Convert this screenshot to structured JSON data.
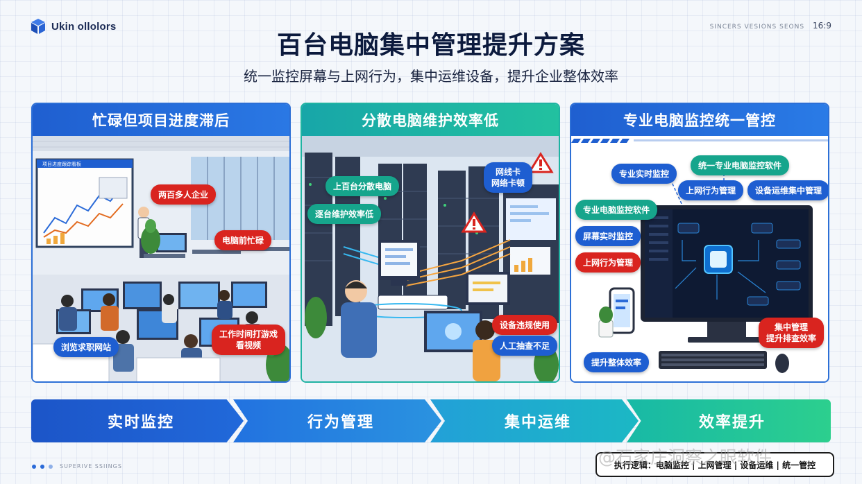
{
  "brand": {
    "logo_text": "Ukin ollolors"
  },
  "top_right": {
    "label": "SINCERS VESIONS SEONS",
    "ratio": "16:9"
  },
  "title": "百台电脑集中管理提升方案",
  "subtitle": "统一监控屏幕与上网行为，集中运维设备，提升企业整体效率",
  "panels": [
    {
      "heading": "忙碌但项目进度滞后",
      "board_text": "项目进度跟踪看板",
      "callouts": [
        "两百多人企业",
        "电脑前忙碌",
        "浏览求职网站",
        "工作时间打游戏\n看视频"
      ]
    },
    {
      "heading": "分散电脑维护效率低",
      "callouts": [
        "上百台分散电脑",
        "逐台维护效率低",
        "网线卡\n网络卡顿",
        "设备违规使用",
        "人工抽查不足"
      ]
    },
    {
      "heading": "专业电脑监控统一管控",
      "callouts": [
        "专业实时监控",
        "统一专业电脑监控软件",
        "上网行为管理",
        "设备运维集中管理",
        "专业电脑监控软件",
        "屏幕实时监控",
        "上网行为管理",
        "集中管理\n提升排查效率",
        "提升整体效率"
      ]
    }
  ],
  "steps": [
    "实时监控",
    "行为管理",
    "集中运维",
    "效率提升"
  ],
  "footer": {
    "dots_text": "SUPERIVE SSIINGS",
    "summary": "执行逻辑：电脑监控 | 上网管理 | 设备运维 | 统一管控",
    "watermark": "@石家庄洞察之眼软件"
  },
  "colors": {
    "blue": "#1f5fd0",
    "teal": "#18a6a8",
    "red": "#d9241f",
    "green": "#2ccf8e"
  }
}
